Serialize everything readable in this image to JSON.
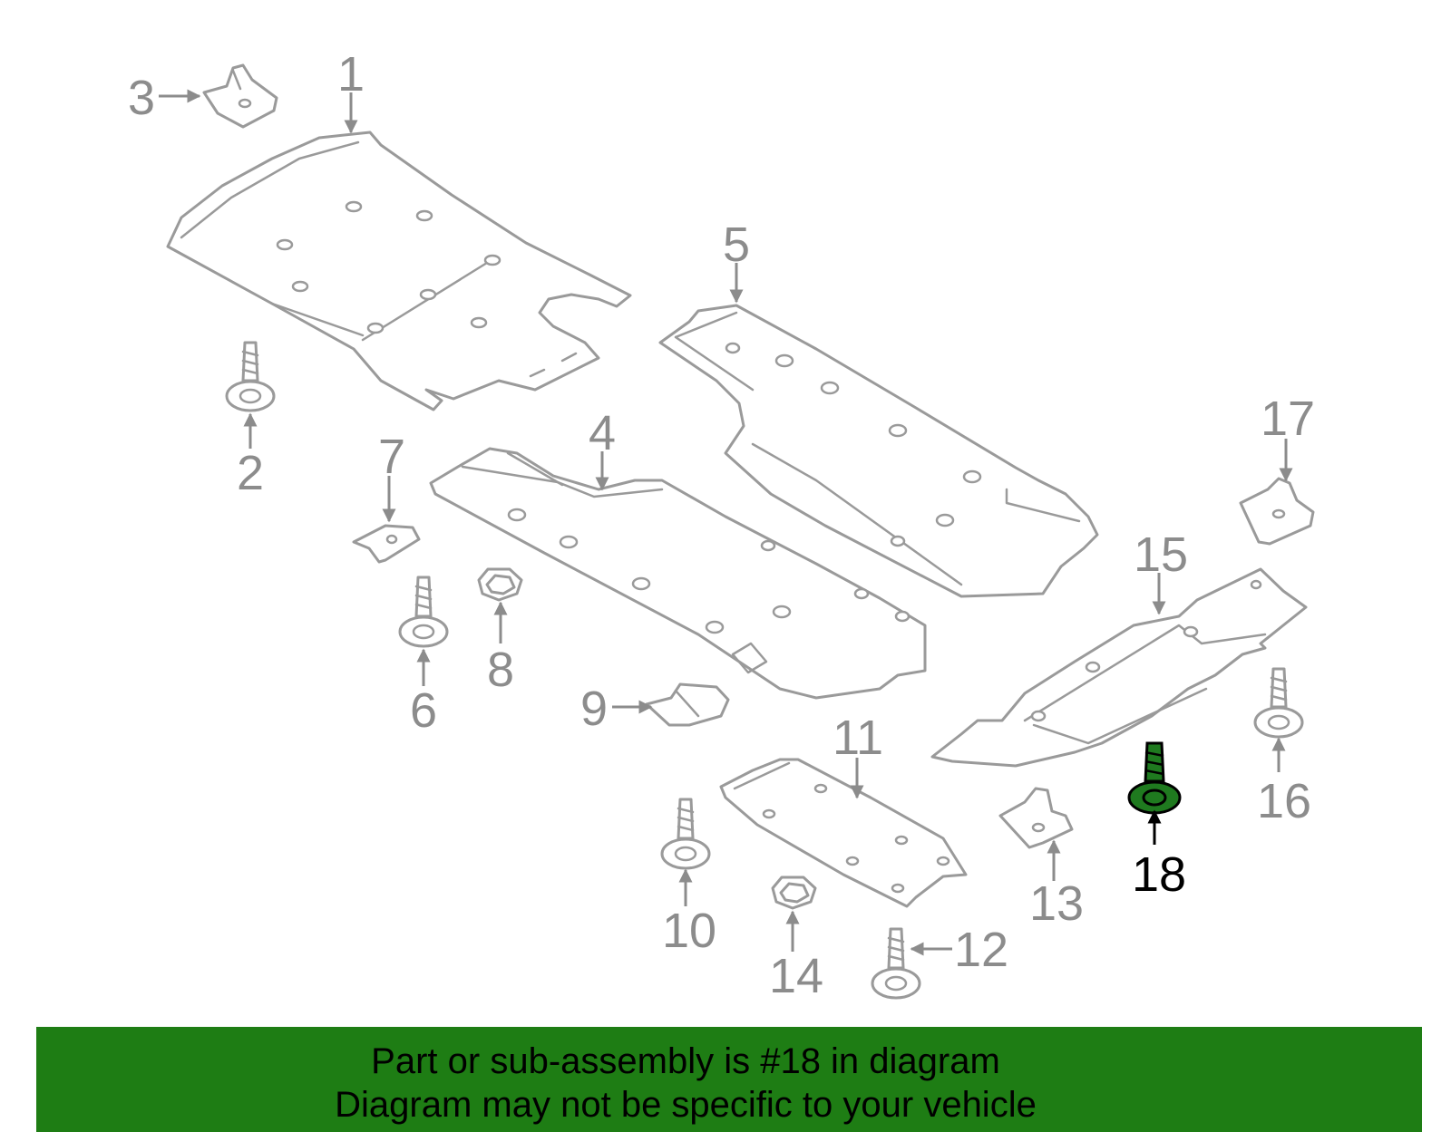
{
  "diagram": {
    "highlight_color": "#1e7d14",
    "callouts": [
      {
        "id": "1",
        "label": "1"
      },
      {
        "id": "2",
        "label": "2"
      },
      {
        "id": "3",
        "label": "3"
      },
      {
        "id": "4",
        "label": "4"
      },
      {
        "id": "5",
        "label": "5"
      },
      {
        "id": "6",
        "label": "6"
      },
      {
        "id": "7",
        "label": "7"
      },
      {
        "id": "8",
        "label": "8"
      },
      {
        "id": "9",
        "label": "9"
      },
      {
        "id": "10",
        "label": "10"
      },
      {
        "id": "11",
        "label": "11"
      },
      {
        "id": "12",
        "label": "12"
      },
      {
        "id": "13",
        "label": "13"
      },
      {
        "id": "14",
        "label": "14"
      },
      {
        "id": "15",
        "label": "15"
      },
      {
        "id": "16",
        "label": "16"
      },
      {
        "id": "17",
        "label": "17"
      },
      {
        "id": "18",
        "label": "18",
        "highlighted": true
      }
    ]
  },
  "banner": {
    "line1": "Part or sub-assembly is #18 in diagram",
    "line2": "Diagram may not be specific to your vehicle"
  }
}
